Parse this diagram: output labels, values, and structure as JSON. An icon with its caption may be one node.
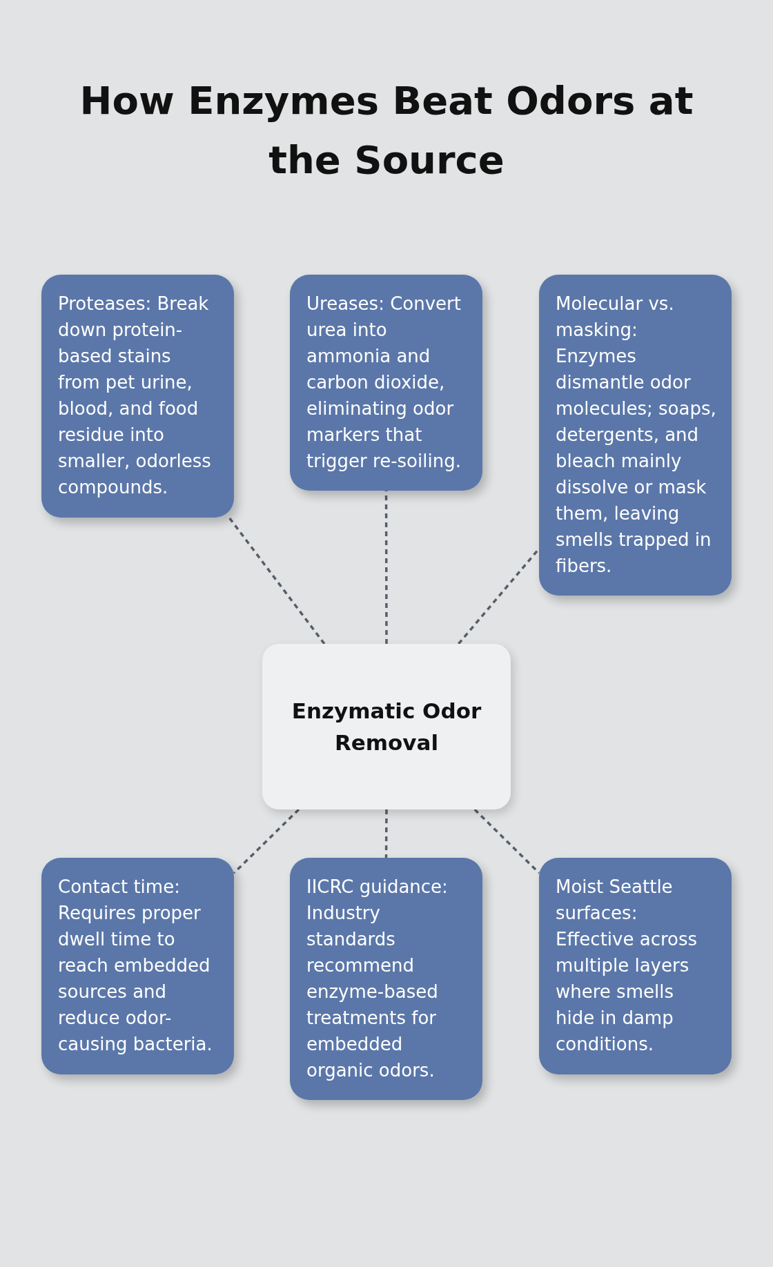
{
  "diagram": {
    "title": "How Enzymes Beat Odors at the Source",
    "nodes": [
      {
        "text": [
          "Proteases: Break down protein-based stains from pet urine, blood, and food residue into smaller, odorless compounds."
        ]
      },
      {
        "text": [
          "Ureases: Convert urea into ammonia and carbon dioxide, eliminating odor markers that trigger re-soiling."
        ]
      },
      {
        "text": [
          "Molecular vs. masking: Enzymes dismantle odor molecules; soaps, detergents, and bleach mainly dissolve or mask them, leaving smells trapped in fibers."
        ]
      },
      {
        "text": [
          "Enzymatic Odor Removal"
        ]
      },
      {
        "text": [
          "Contact time: Requires proper dwell time to reach embedded sources and reduce odor-causing bacteria."
        ]
      },
      {
        "text": [
          "IICRC guidance: Industry standards recommend enzyme-based treatments for embedded organic odors."
        ]
      },
      {
        "text": [
          "Moist Seattle surfaces: Effective across multiple layers where smells hide in damp conditions."
        ]
      }
    ],
    "edges": [
      {
        "from": 3,
        "to": 0,
        "arrow": "none",
        "style": "dashed"
      },
      {
        "from": 3,
        "to": 1,
        "arrow": "none",
        "style": "dashed"
      },
      {
        "from": 3,
        "to": 2,
        "arrow": "none",
        "style": "dashed"
      },
      {
        "from": 3,
        "to": 4,
        "arrow": "none",
        "style": "dashed"
      },
      {
        "from": 3,
        "to": 5,
        "arrow": "none",
        "style": "dashed"
      },
      {
        "from": 3,
        "to": 6,
        "arrow": "none",
        "style": "dashed"
      }
    ]
  }
}
